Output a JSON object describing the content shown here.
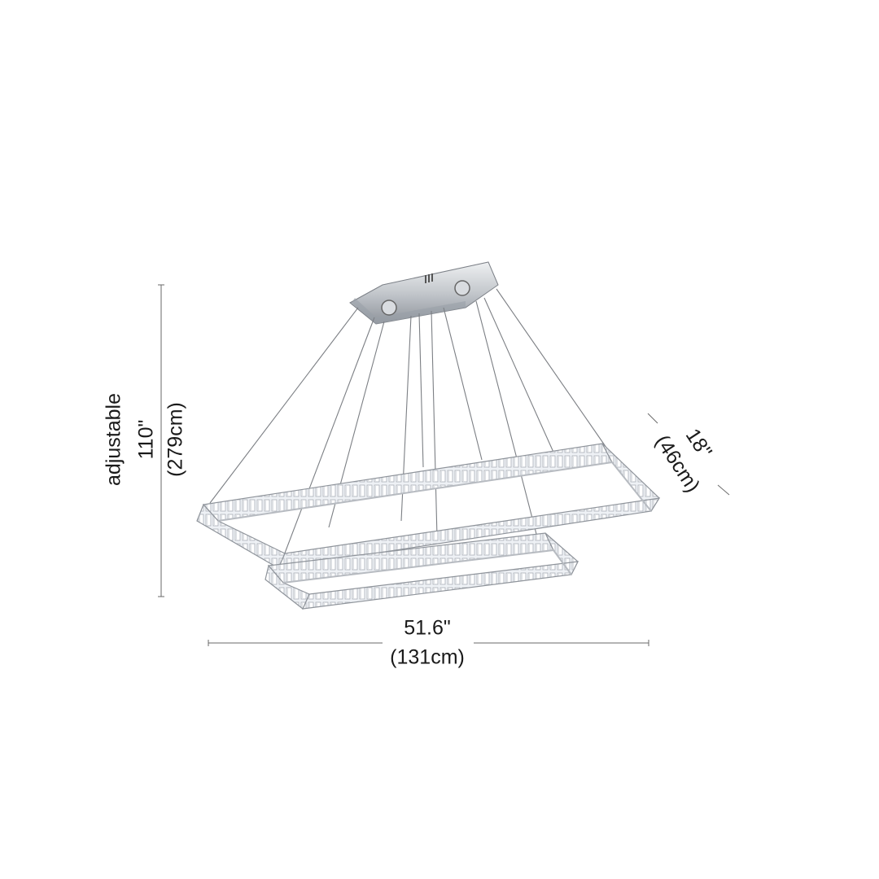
{
  "dimensions": {
    "height": {
      "note": "adjustable",
      "imperial": "110\"",
      "metric": "(279cm)"
    },
    "depth": {
      "imperial": "18\"",
      "metric": "(46cm)"
    },
    "width": {
      "imperial": "51.6\"",
      "metric": "(131cm)"
    }
  },
  "colors": {
    "chrome": "#c9ccd1",
    "chrome_dark": "#8e939a",
    "crystal": "#e6e9ee",
    "crystal_edge": "#9aa0a8",
    "wire": "#7c7f84",
    "dimension_line": "#6a6a6a"
  }
}
